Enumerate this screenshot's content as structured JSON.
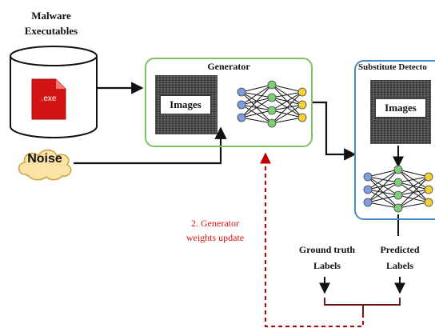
{
  "malware": {
    "title_line1": "Malware",
    "title_line2": "Executables",
    "file_label": ".exe"
  },
  "noise": {
    "label": "Noise"
  },
  "generator": {
    "title": "Generator",
    "images_label": "Images"
  },
  "detector": {
    "title": "Substitute Detecto",
    "images_label": "Images"
  },
  "feedback": {
    "line1": "2. Generator",
    "line2": "weights update"
  },
  "labels": {
    "ground_truth_line1": "Ground truth",
    "ground_truth_line2": "Labels",
    "predicted_line1": "Predicted",
    "predicted_line2": "Labels"
  },
  "colors": {
    "generator_border": "#7bc35a",
    "detector_border": "#4a86c8",
    "feedback_arrow": "#c00000",
    "feedback_text": "#e01010",
    "exe_file": "#d41414",
    "noise_cloud": "#fbe3a6",
    "neuron_input": "#7b9ee0",
    "neuron_hidden": "#7ecf78",
    "neuron_output": "#f3cf3a",
    "bracket": "#6b1a1a"
  }
}
